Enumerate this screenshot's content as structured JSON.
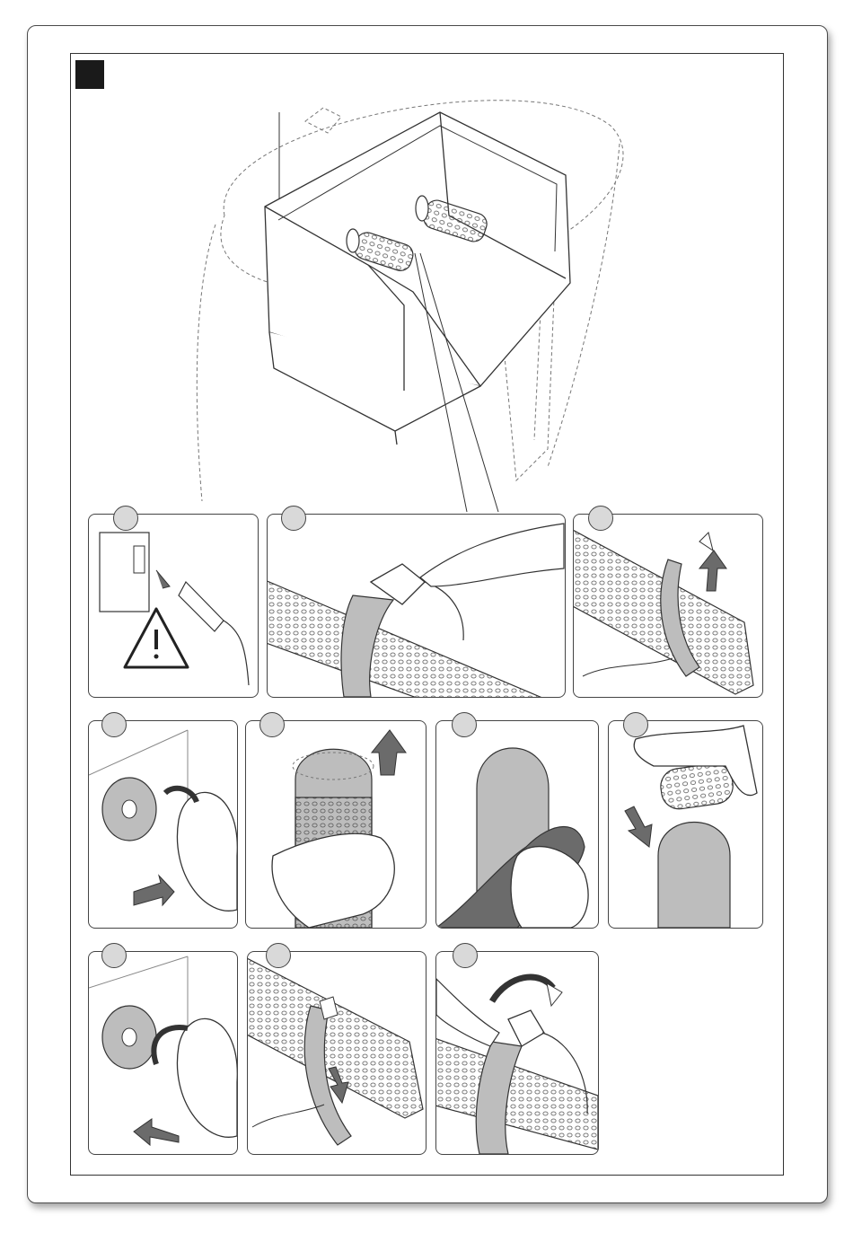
{
  "figure": {
    "marker_color": "#1a1a1a",
    "panel_gray": "#bdbdbd",
    "dark_gray": "#6b6b6b"
  },
  "main_illustration": {
    "subject": "appliance-with-two-filter-cylinders",
    "bag_outline": "dashed"
  },
  "panels": [
    {
      "id": "unplug",
      "icons": [
        "wall-socket-icon",
        "plug-icon",
        "arrow-right-icon",
        "warning-triangle-icon"
      ]
    },
    {
      "id": "release-clip",
      "icons": [
        "filter-cylinder-icon",
        "strap-clip-icon",
        "finger-icon"
      ]
    },
    {
      "id": "lift-strap",
      "icons": [
        "filter-cylinder-icon",
        "strap-icon",
        "arrow-up-icon"
      ]
    },
    {
      "id": "unscrew-knob",
      "icons": [
        "knob-icon",
        "rotate-arrow-icon",
        "arrow-right-icon"
      ]
    },
    {
      "id": "remove-sleeve",
      "icons": [
        "filter-sleeve-icon",
        "hand-icon",
        "arrow-up-icon"
      ]
    },
    {
      "id": "clean-core",
      "icons": [
        "filter-core-icon",
        "cloth-icon",
        "hand-icon"
      ]
    },
    {
      "id": "refit-sleeve",
      "icons": [
        "filter-sleeve-icon",
        "hand-icon",
        "arrow-down-icon"
      ]
    },
    {
      "id": "screw-knob",
      "icons": [
        "knob-icon",
        "rotate-arrow-icon",
        "arrow-left-icon"
      ]
    },
    {
      "id": "refit-strap",
      "icons": [
        "filter-cylinder-icon",
        "strap-icon",
        "arrow-down-icon"
      ]
    },
    {
      "id": "close-clip",
      "icons": [
        "filter-cylinder-icon",
        "strap-clip-icon",
        "rotate-arrow-icon"
      ]
    }
  ]
}
